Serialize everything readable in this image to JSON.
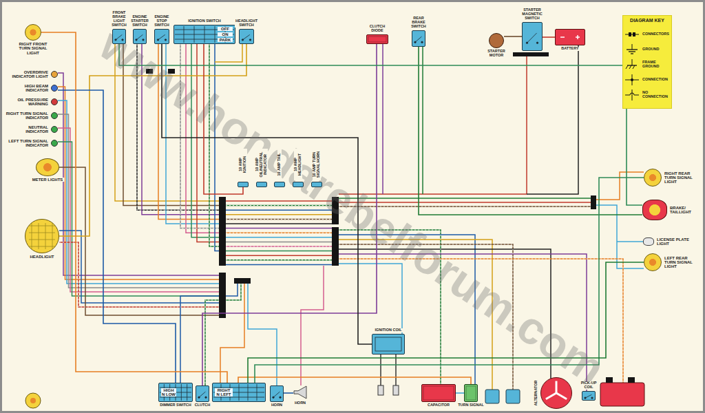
{
  "diagram": {
    "nodes": [
      {
        "text": [
          "RIGHT FRONT TURN SIGNAL LIGHT"
        ]
      },
      {
        "text": [
          "FRONT BRAKE LIGHT SWITCH"
        ]
      },
      {
        "text": [
          "ENGINE STARTER SWITCH"
        ]
      },
      {
        "text": [
          "ENGINE STOP SWITCH"
        ]
      },
      {
        "text": [
          "IGNITION SWITCH",
          "OFF",
          "ON",
          "PARK"
        ]
      },
      {
        "text": [
          "HEADLIGHT SWITCH"
        ]
      },
      {
        "text": [
          "OVERDRIVE INDICATOR LIGHT"
        ]
      },
      {
        "text": [
          "HIGH BEAM INDICATOR"
        ]
      },
      {
        "text": [
          "OIL PRESSURE WARNING"
        ]
      },
      {
        "text": [
          "RIGHT TURN SIGNAL INDICATOR"
        ]
      },
      {
        "text": [
          "NEUTRAL INDICATOR"
        ]
      },
      {
        "text": [
          "LEFT TURN SIGNAL INDICATOR"
        ]
      },
      {
        "text": [
          "METER LIGHTS"
        ]
      },
      {
        "text": [
          "HEADLIGHT"
        ]
      },
      {
        "text": [
          "10 AMP IGNITION"
        ]
      },
      {
        "text": [
          "10 AMP OIL/NEUTRAL INDICATOR"
        ]
      },
      {
        "text": [
          "10 AMP TAIL"
        ]
      },
      {
        "text": [
          "10 AMP HEADLIGHT"
        ]
      },
      {
        "text": [
          "10 AMP TURN SIGNAL HORN"
        ]
      },
      {
        "text": [
          "CLUTCH DIODE"
        ]
      },
      {
        "text": [
          "REAR BRAKE SWITCH"
        ]
      },
      {
        "text": [
          "STARTER MOTOR"
        ]
      },
      {
        "text": [
          "STARTER MAGNETIC SWITCH"
        ]
      },
      {
        "text": [
          "BATTERY"
        ]
      },
      {
        "text": [
          "RIGHT REAR TURN SIGNAL LIGHT"
        ]
      },
      {
        "text": [
          "BRAKE/ TAILLIGHT"
        ]
      },
      {
        "text": [
          "LICENSE PLATE LIGHT"
        ]
      },
      {
        "text": [
          "LEFT REAR TURN SIGNAL LIGHT"
        ]
      },
      {
        "text": [
          "IGNITION COIL"
        ]
      },
      {
        "text": [
          "HIGH N LOW",
          "DIMMER SWITCH"
        ]
      },
      {
        "text": [
          "CLUTCH"
        ]
      },
      {
        "text": [
          "RIGHT N LEFT"
        ]
      },
      {
        "text": [
          "HORN"
        ]
      },
      {
        "text": [
          "HORN"
        ]
      },
      {
        "text": [
          "CAPACITOR"
        ]
      },
      {
        "text": [
          "TURN SIGNAL"
        ]
      },
      {
        "text": [
          "ALTERNATOR"
        ]
      },
      {
        "text": [
          "PICK-UP COIL"
        ]
      }
    ],
    "edges": [
      {
        "from": 22,
        "to": 23,
        "arrow": "none"
      },
      {
        "from": 21,
        "to": 22,
        "arrow": "none"
      },
      {
        "from": 20,
        "to": 25,
        "arrow": "none"
      },
      {
        "from": 19,
        "to": 30,
        "arrow": "none"
      },
      {
        "from": 5,
        "to": 13,
        "arrow": "none"
      },
      {
        "from": 29,
        "to": 7,
        "arrow": "none"
      },
      {
        "from": 35,
        "to": 31,
        "arrow": "none"
      },
      {
        "from": 34,
        "to": 35,
        "arrow": "none"
      },
      {
        "from": 31,
        "to": 0,
        "arrow": "none"
      },
      {
        "from": 31,
        "to": 24,
        "arrow": "none"
      },
      {
        "from": 31,
        "to": 27,
        "arrow": "none"
      },
      {
        "from": 28,
        "to": 3,
        "arrow": "none"
      },
      {
        "from": 32,
        "to": 33,
        "arrow": "none"
      },
      {
        "from": 4,
        "to": 14,
        "arrow": "none"
      },
      {
        "from": 1,
        "to": 25,
        "arrow": "none"
      }
    ],
    "labels": [
      "DIAGRAM KEY",
      "www.hondarebelforum.com"
    ],
    "legend": [
      {
        "text": "CONNECTORS"
      },
      {
        "text": "GROUND"
      },
      {
        "text": "FRAME GROUND"
      },
      {
        "text": "CONNECTION"
      },
      {
        "text": "NO CONNECTION"
      }
    ]
  }
}
